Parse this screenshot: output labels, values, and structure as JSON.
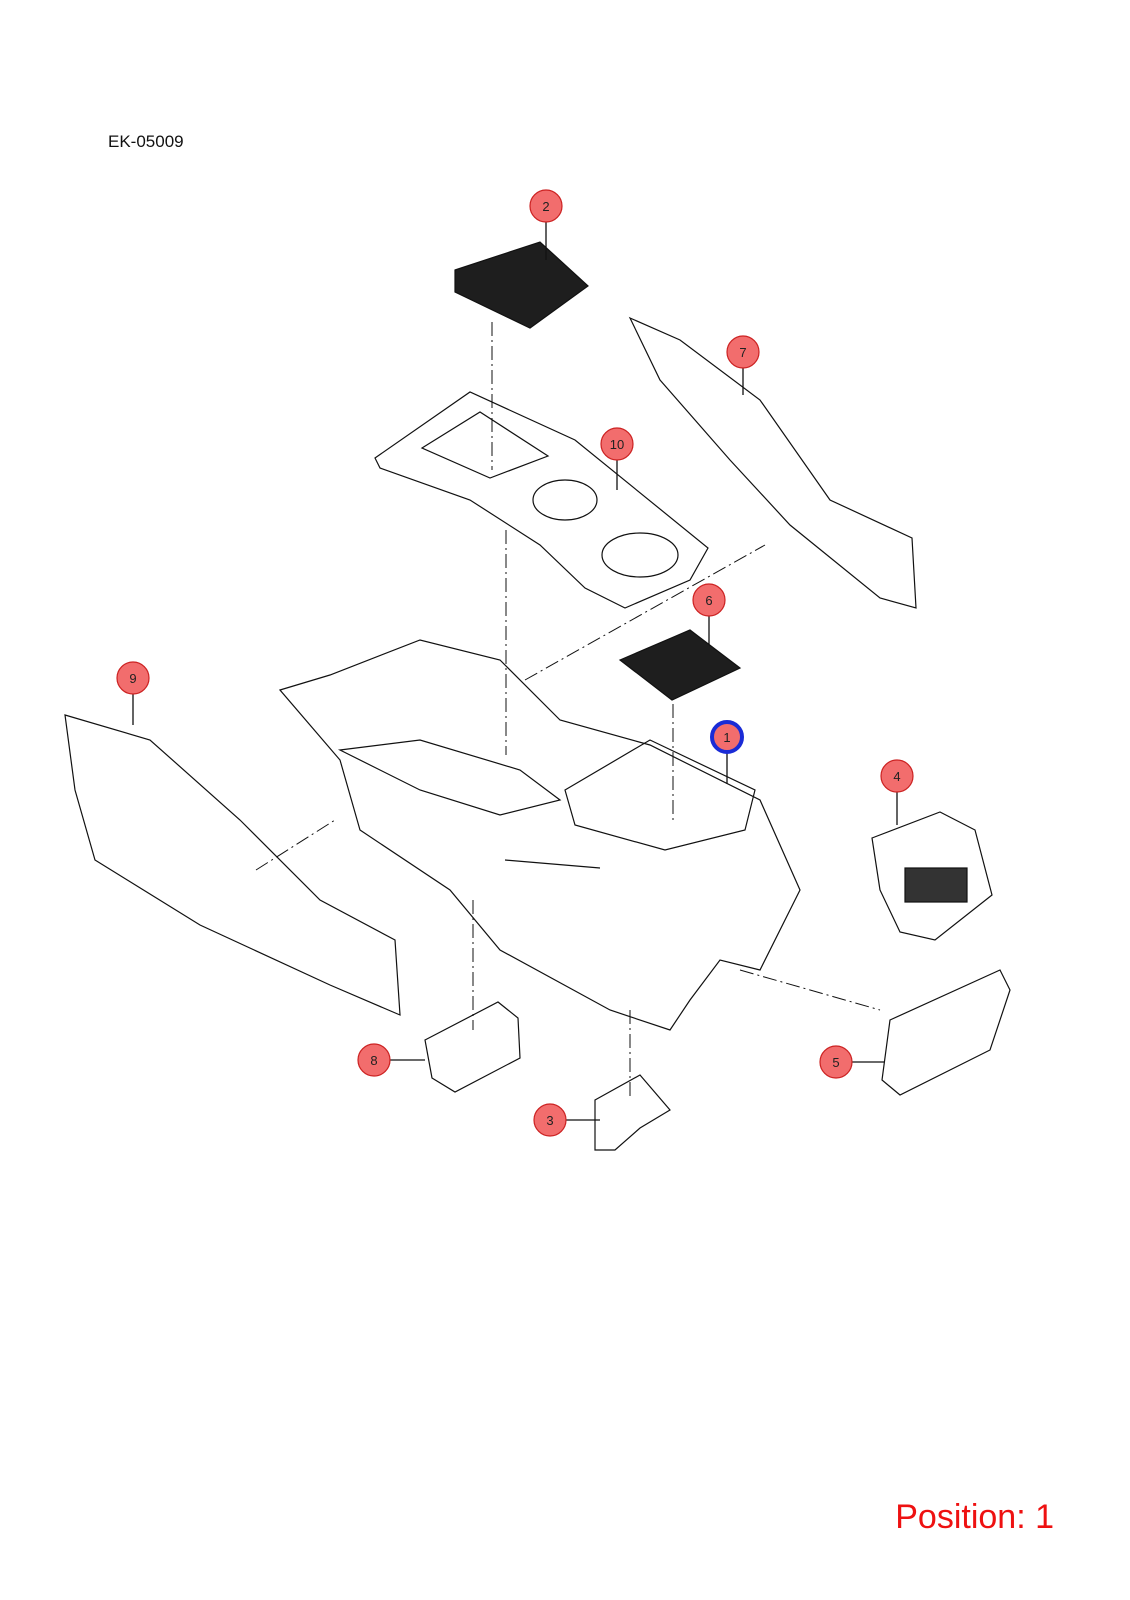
{
  "diagram_code": "EK-05009",
  "position_label": "Position: 1",
  "colors": {
    "callout_fill": "#f26d6d",
    "selected_ring": "#1a2bd6",
    "position_text": "#ee1111"
  },
  "selected_callout": "1",
  "callouts": [
    {
      "label": "1"
    },
    {
      "label": "2"
    },
    {
      "label": "3"
    },
    {
      "label": "4"
    },
    {
      "label": "5"
    },
    {
      "label": "6"
    },
    {
      "label": "7"
    },
    {
      "label": "8"
    },
    {
      "label": "9"
    },
    {
      "label": "10"
    }
  ]
}
